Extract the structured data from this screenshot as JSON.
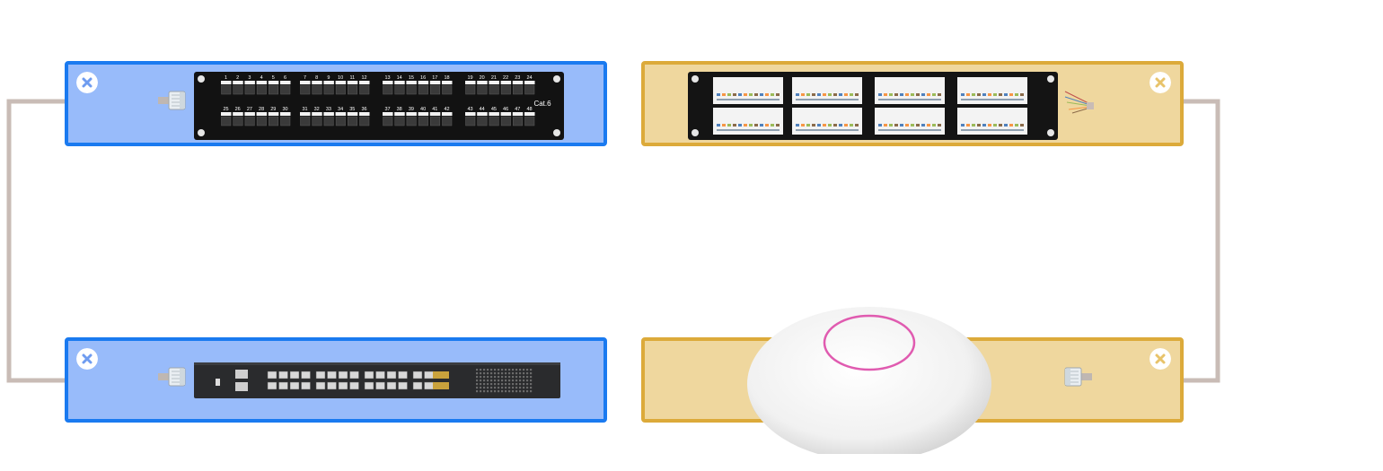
{
  "colors": {
    "blue_panel_fill": "#98bbfa",
    "blue_panel_border": "#1a7af0",
    "gold_panel_fill": "#efd79e",
    "gold_panel_border": "#dcaa3a",
    "cable": "#c9bcb6",
    "remove_blue": "#6f9cf0",
    "remove_gold": "#e8c36a"
  },
  "patch_panel_48": {
    "port_numbers_top": [
      "1",
      "2",
      "3",
      "4",
      "5",
      "6",
      "7",
      "8",
      "9",
      "10",
      "11",
      "12",
      "13",
      "14",
      "15",
      "16",
      "17",
      "18",
      "19",
      "20",
      "21",
      "22",
      "23",
      "24"
    ],
    "port_numbers_bottom": [
      "25",
      "26",
      "27",
      "28",
      "29",
      "30",
      "31",
      "32",
      "33",
      "34",
      "35",
      "36",
      "37",
      "38",
      "39",
      "40",
      "41",
      "42",
      "43",
      "44",
      "45",
      "46",
      "47",
      "48"
    ],
    "label": "Cat.6"
  },
  "icons": {
    "remove": "close-circle-icon",
    "connector": "rj45-connector-icon",
    "access_point": "wifi-access-point-icon"
  }
}
